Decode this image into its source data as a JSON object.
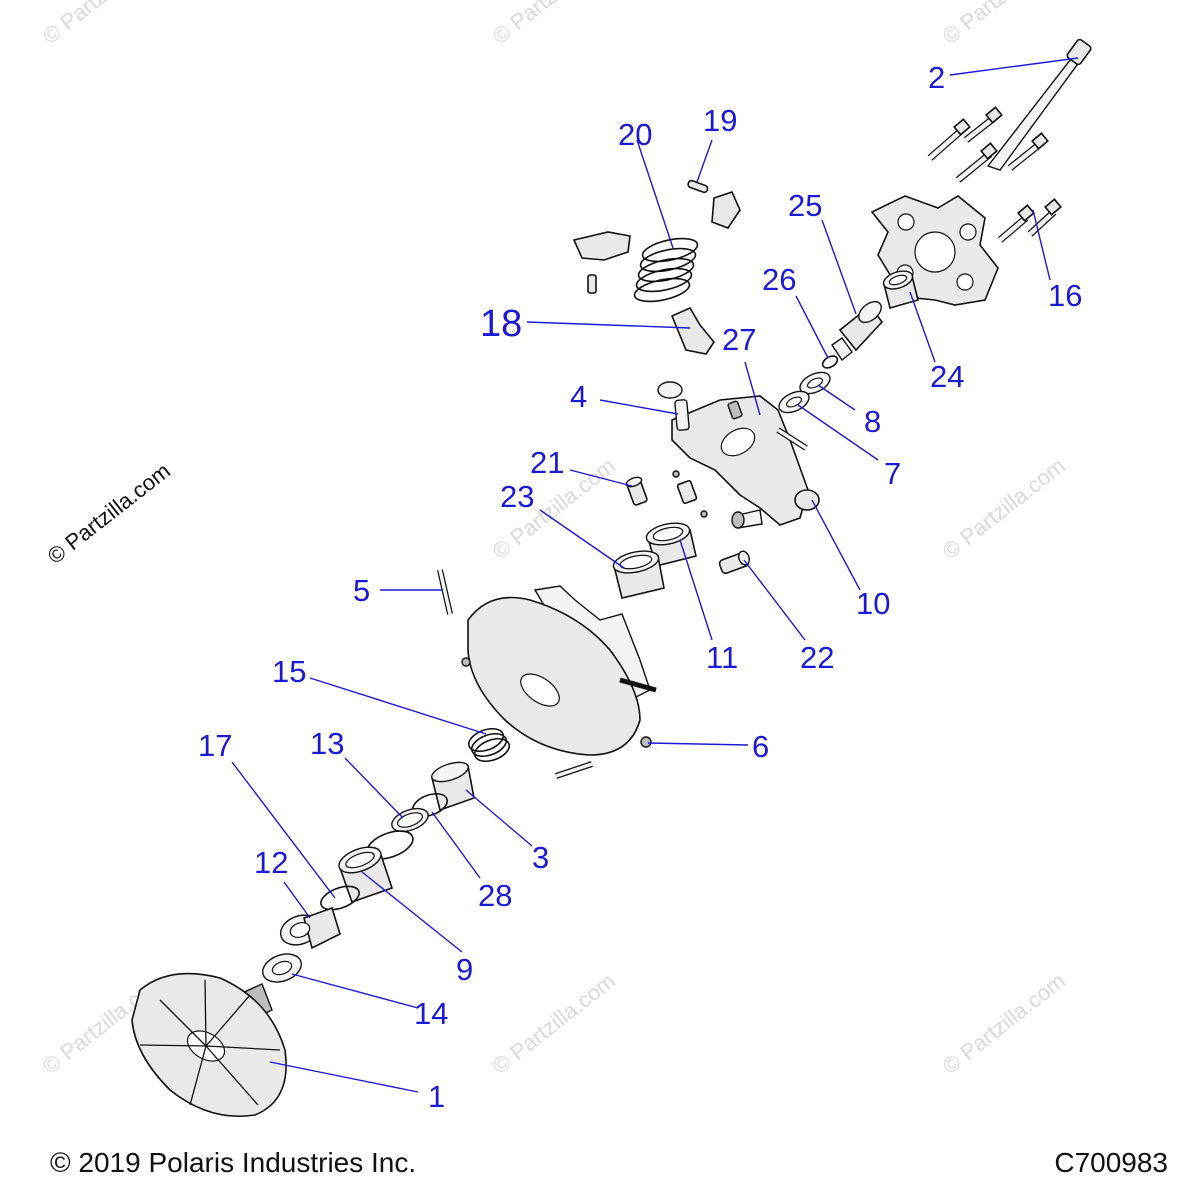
{
  "watermark": {
    "text": "© Partzilla.com"
  },
  "footer": {
    "copyright": "© 2019 Polaris Industries Inc.",
    "code": "C700983"
  },
  "callouts": [
    "1",
    "2",
    "3",
    "4",
    "5",
    "6",
    "7",
    "8",
    "9",
    "10",
    "11",
    "12",
    "13",
    "14",
    "15",
    "16",
    "17",
    "18",
    "19",
    "20",
    "21",
    "22",
    "23",
    "24",
    "25",
    "26",
    "27",
    "28"
  ],
  "colors": {
    "callout": "#1a1ad6",
    "line": "#111111",
    "watermark": "#d9d9d9"
  }
}
